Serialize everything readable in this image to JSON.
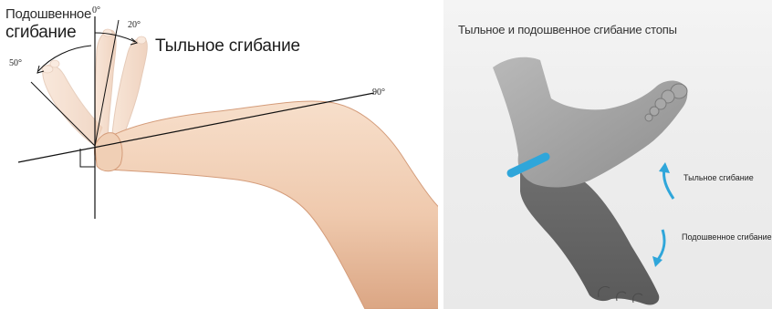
{
  "left_panel": {
    "plantar_label_line1": "Подошвенное",
    "plantar_label_line2": "сгибание",
    "dorsiflexion_label": "Тыльное сгибание",
    "angle_0": "0°",
    "angle_20": "20°",
    "angle_50": "50°",
    "angle_90": "90°"
  },
  "right_panel": {
    "title": "Тыльное и подошвенное сгибание стопы",
    "dorsiflexion_label": "Тыльное сгибание",
    "plantar_label": "Подошвенное сгибание"
  },
  "colors": {
    "skin": "#f1d2b8",
    "skin_shadow": "#d9a988",
    "foot_gray": "#7c7c7c",
    "foot_gray_dark": "#5e5e5e",
    "accent_blue": "#2fa6da"
  }
}
